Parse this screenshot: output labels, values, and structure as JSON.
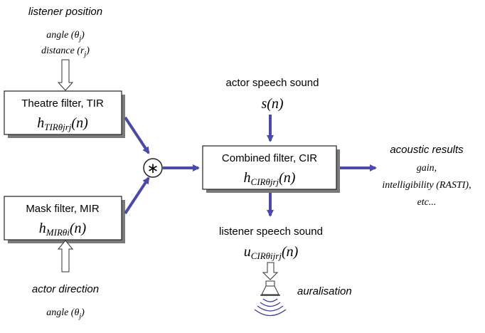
{
  "listener_position": {
    "title": "listener position",
    "angle": {
      "label": "angle (",
      "symbol": "θ",
      "sub": "j",
      "close": ")"
    },
    "distance": {
      "label": "distance (",
      "symbol": "r",
      "sub": "j",
      "close": ")"
    }
  },
  "theatre_filter": {
    "title": "Theatre filter, TIR",
    "fn": "h",
    "sub": "TIRθjrj",
    "arg": "(n)"
  },
  "mask_filter": {
    "title": "Mask filter, MIR",
    "fn": "h",
    "sub": "MIRθi",
    "arg": "(n)"
  },
  "convolution": {
    "symbol": "∗"
  },
  "actor_speech": {
    "title": "actor speech sound",
    "expr": "s(n)"
  },
  "combined_filter": {
    "title": "Combined filter, CIR",
    "fn": "h",
    "sub": "CIRθjrj",
    "arg": "(n)"
  },
  "acoustic_results": {
    "title": "acoustic results",
    "line1": "gain,",
    "line2": "intelligibility (RASTI),",
    "line3": "etc..."
  },
  "listener_speech": {
    "title": "listener speech sound",
    "fn": "u",
    "sub": "CIRθijrj",
    "arg": "(n)"
  },
  "auralisation": {
    "label": "auralisation"
  },
  "actor_direction": {
    "title": "actor direction",
    "angle": {
      "label": "angle (",
      "symbol": "θ",
      "sub": "j",
      "close": ")"
    }
  },
  "colors": {
    "arrow": "#4a4aa8",
    "box_border": "#222222",
    "shadow": "#7a7a7a",
    "speaker_waves": "#3a3aa0"
  }
}
